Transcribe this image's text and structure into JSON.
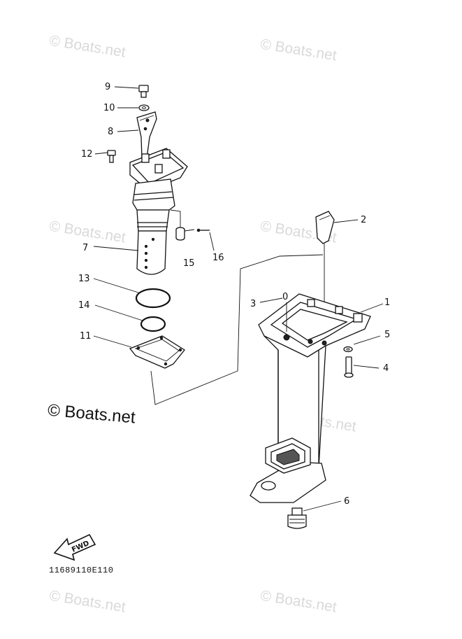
{
  "watermark_text": "© Boats.net",
  "copyright_text": "© Boats.net",
  "diagram_code": "11689110E110",
  "fwd_label": "FWD",
  "callouts": [
    {
      "id": "9",
      "label": "9"
    },
    {
      "id": "10",
      "label": "10"
    },
    {
      "id": "8",
      "label": "8"
    },
    {
      "id": "12",
      "label": "12"
    },
    {
      "id": "7",
      "label": "7"
    },
    {
      "id": "15",
      "label": "15"
    },
    {
      "id": "16",
      "label": "16"
    },
    {
      "id": "13",
      "label": "13"
    },
    {
      "id": "14",
      "label": "14"
    },
    {
      "id": "11",
      "label": "11"
    },
    {
      "id": "2",
      "label": "2"
    },
    {
      "id": "3",
      "label": "3"
    },
    {
      "id": "0",
      "label": "0"
    },
    {
      "id": "1",
      "label": "1"
    },
    {
      "id": "5",
      "label": "5"
    },
    {
      "id": "4",
      "label": "4"
    },
    {
      "id": "6",
      "label": "6"
    }
  ]
}
